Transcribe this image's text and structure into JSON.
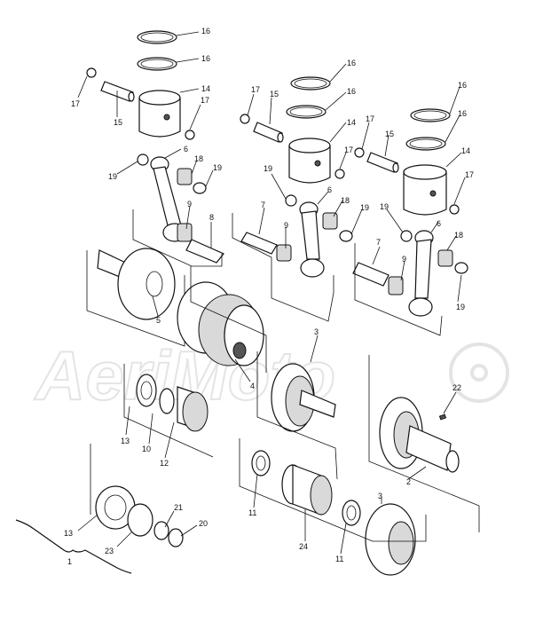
{
  "watermark": "AeriMoto",
  "callouts": [
    {
      "id": "c1",
      "text": "16"
    },
    {
      "id": "c2",
      "text": "16"
    },
    {
      "id": "c3",
      "text": "17"
    },
    {
      "id": "c4",
      "text": "14"
    },
    {
      "id": "c5",
      "text": "15"
    },
    {
      "id": "c6",
      "text": "17"
    },
    {
      "id": "c7",
      "text": "6"
    },
    {
      "id": "c8",
      "text": "18"
    },
    {
      "id": "c9",
      "text": "19"
    },
    {
      "id": "c10",
      "text": "19"
    },
    {
      "id": "c11",
      "text": "9"
    },
    {
      "id": "c12",
      "text": "8"
    },
    {
      "id": "c13",
      "text": "5"
    },
    {
      "id": "c14",
      "text": "4"
    },
    {
      "id": "c15",
      "text": "16"
    },
    {
      "id": "c16",
      "text": "16"
    },
    {
      "id": "c17",
      "text": "17"
    },
    {
      "id": "c18",
      "text": "15"
    },
    {
      "id": "c19",
      "text": "14"
    },
    {
      "id": "c20",
      "text": "17"
    },
    {
      "id": "c21",
      "text": "19"
    },
    {
      "id": "c22",
      "text": "6"
    },
    {
      "id": "c23",
      "text": "18"
    },
    {
      "id": "c24",
      "text": "19"
    },
    {
      "id": "c25",
      "text": "7"
    },
    {
      "id": "c26",
      "text": "9"
    },
    {
      "id": "c27",
      "text": "16"
    },
    {
      "id": "c28",
      "text": "16"
    },
    {
      "id": "c29",
      "text": "17"
    },
    {
      "id": "c30",
      "text": "15"
    },
    {
      "id": "c31",
      "text": "14"
    },
    {
      "id": "c32",
      "text": "17"
    },
    {
      "id": "c33",
      "text": "19"
    },
    {
      "id": "c34",
      "text": "6"
    },
    {
      "id": "c35",
      "text": "18"
    },
    {
      "id": "c36",
      "text": "7"
    },
    {
      "id": "c37",
      "text": "9"
    },
    {
      "id": "c38",
      "text": "19"
    },
    {
      "id": "c39",
      "text": "3"
    },
    {
      "id": "c40",
      "text": "13"
    },
    {
      "id": "c41",
      "text": "10"
    },
    {
      "id": "c42",
      "text": "12"
    },
    {
      "id": "c43",
      "text": "22"
    },
    {
      "id": "c44",
      "text": "2"
    },
    {
      "id": "c45",
      "text": "11"
    },
    {
      "id": "c46",
      "text": "24"
    },
    {
      "id": "c47",
      "text": "11"
    },
    {
      "id": "c48",
      "text": "3"
    },
    {
      "id": "c49",
      "text": "13"
    },
    {
      "id": "c50",
      "text": "21"
    },
    {
      "id": "c51",
      "text": "20"
    },
    {
      "id": "c52",
      "text": "23"
    },
    {
      "id": "c53",
      "text": "1"
    }
  ]
}
